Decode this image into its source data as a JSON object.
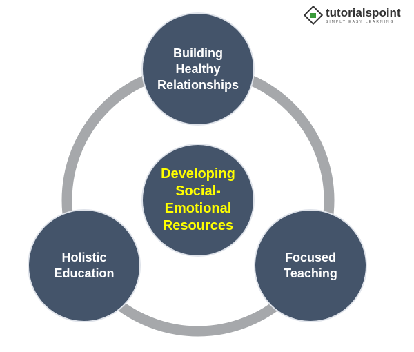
{
  "logo": {
    "brand": "tutorialspoint",
    "tagline": "SIMPLY EASY LEARNING"
  },
  "diagram": {
    "center": "Developing\nSocial-\nEmotional\nResources",
    "nodes": [
      "Building\nHealthy\nRelationships",
      "Holistic\nEducation",
      "Focused\nTeaching"
    ]
  },
  "colors": {
    "node": "#44546A",
    "ring": "#A6A8AB",
    "center_text": "#FFFF00"
  }
}
